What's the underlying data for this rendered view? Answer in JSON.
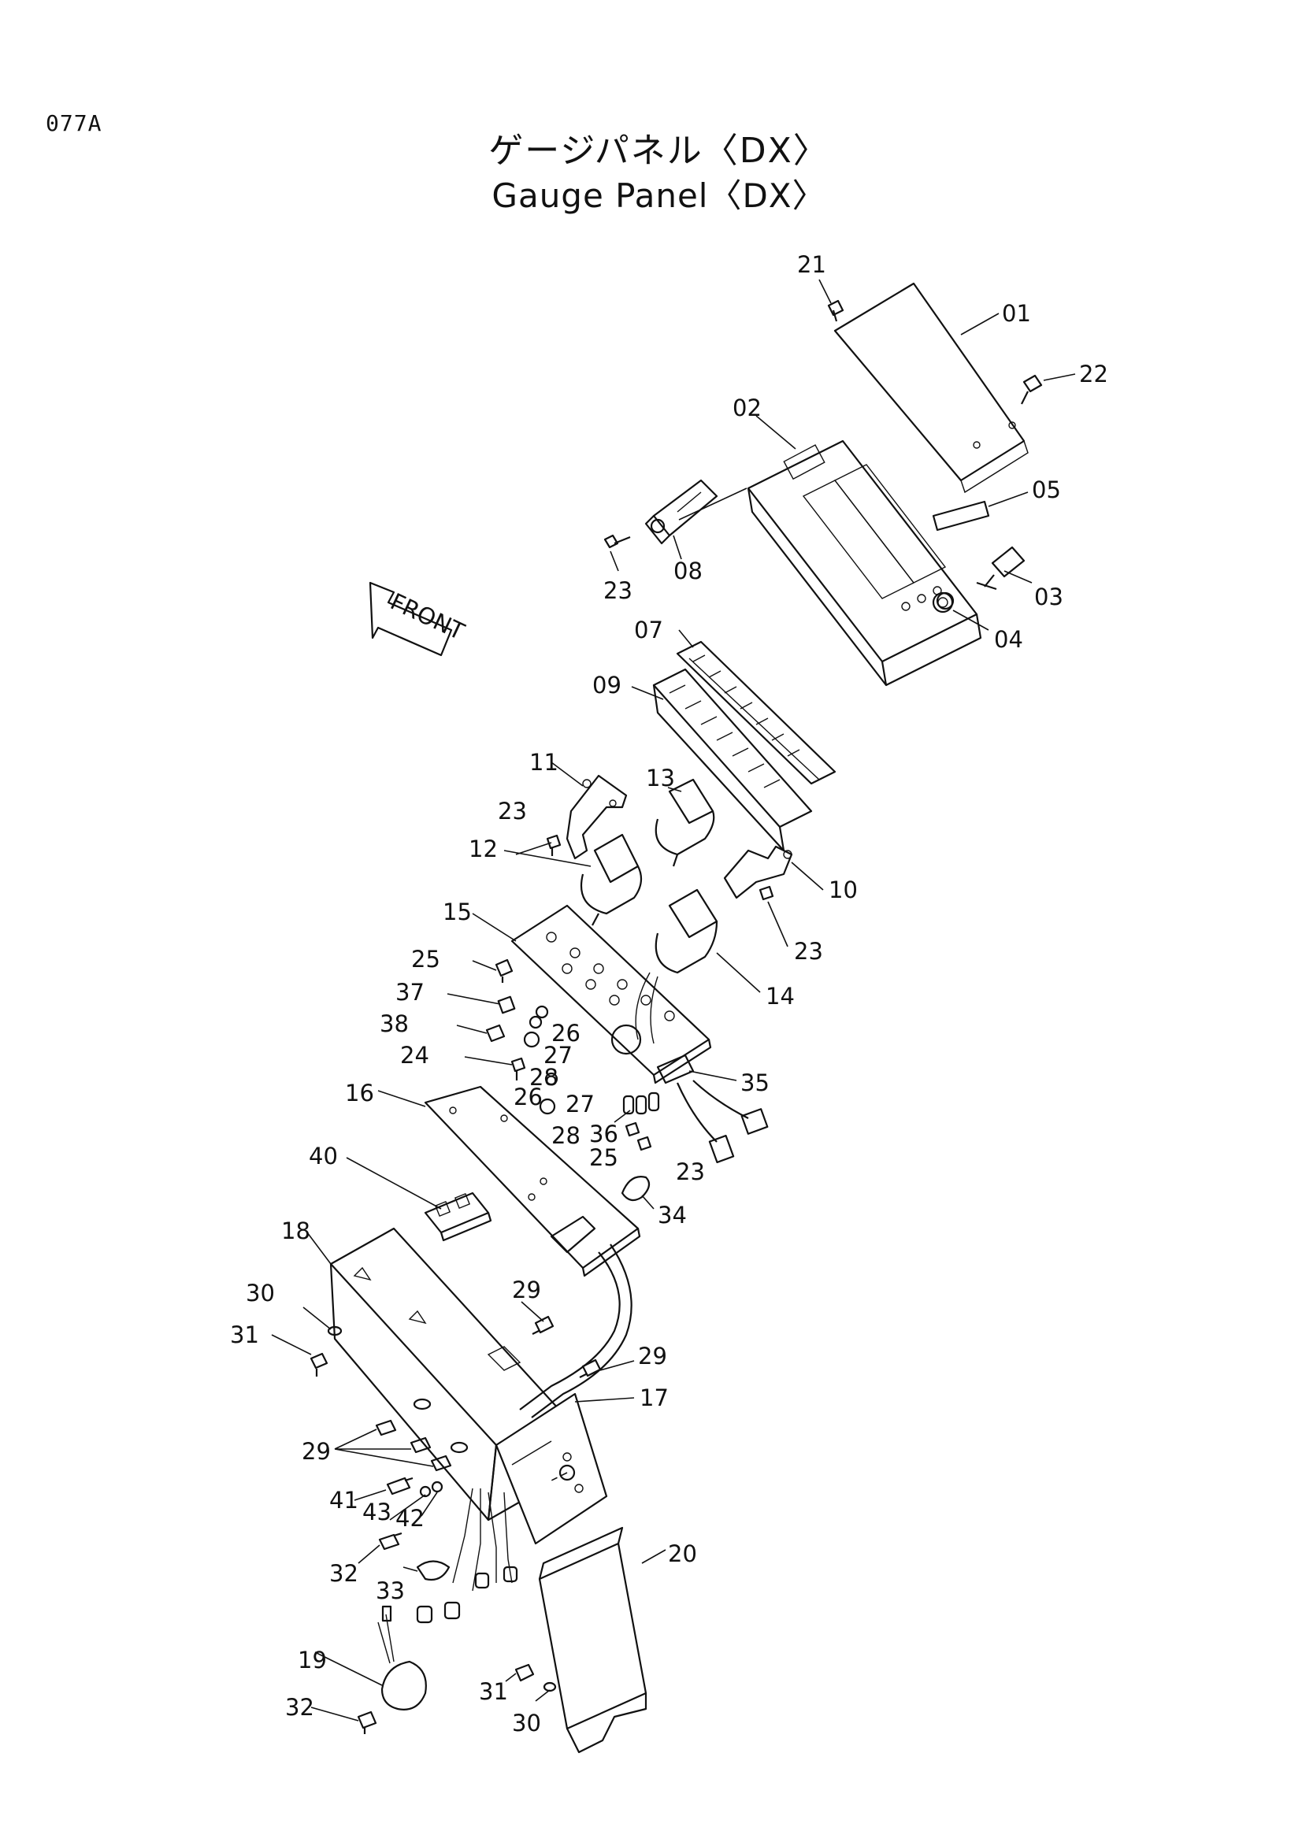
{
  "page_code": "077A",
  "title_jp": "ゲージパネル〈DX〉",
  "title_en": "Gauge Panel〈DX〉",
  "front_marker": "FRONT",
  "callouts": [
    "21",
    "01",
    "22",
    "02",
    "05",
    "03",
    "04",
    "08",
    "23",
    "07",
    "09",
    "11",
    "13",
    "12",
    "10",
    "15",
    "25",
    "37",
    "38",
    "24",
    "26",
    "27",
    "28",
    "14",
    "35",
    "36",
    "16",
    "40",
    "34",
    "18",
    "29",
    "30",
    "31",
    "17",
    "41",
    "43",
    "42",
    "32",
    "33",
    "20",
    "19"
  ]
}
